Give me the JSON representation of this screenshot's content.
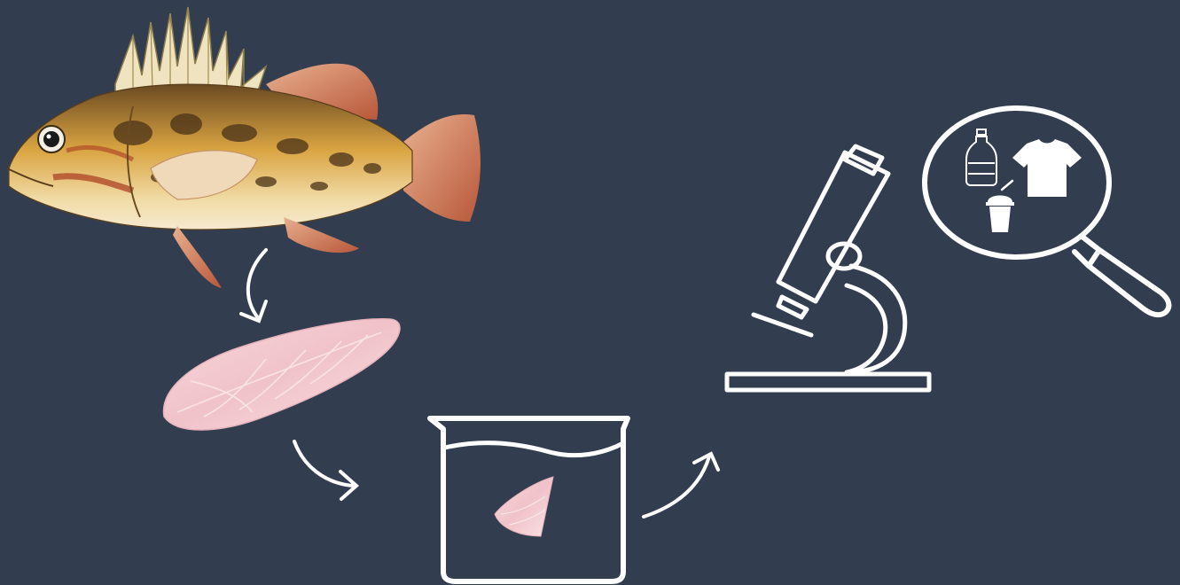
{
  "diagram": {
    "background": "#323e4f",
    "line_color": "#ffffff",
    "fillet_color": "#f2c9cf",
    "steps": [
      {
        "id": "fish",
        "icon": "rockfish-illustration"
      },
      {
        "id": "fillet",
        "icon": "fish-fillet"
      },
      {
        "id": "digestion",
        "icon": "beaker-with-tissue-icon"
      },
      {
        "id": "microscopy",
        "icon": "microscope-icon"
      },
      {
        "id": "identification",
        "icon": "magnifier-with-plastic-items-icon",
        "items": [
          "plastic-bottle-icon",
          "t-shirt-icon",
          "drink-cup-icon"
        ]
      }
    ]
  }
}
